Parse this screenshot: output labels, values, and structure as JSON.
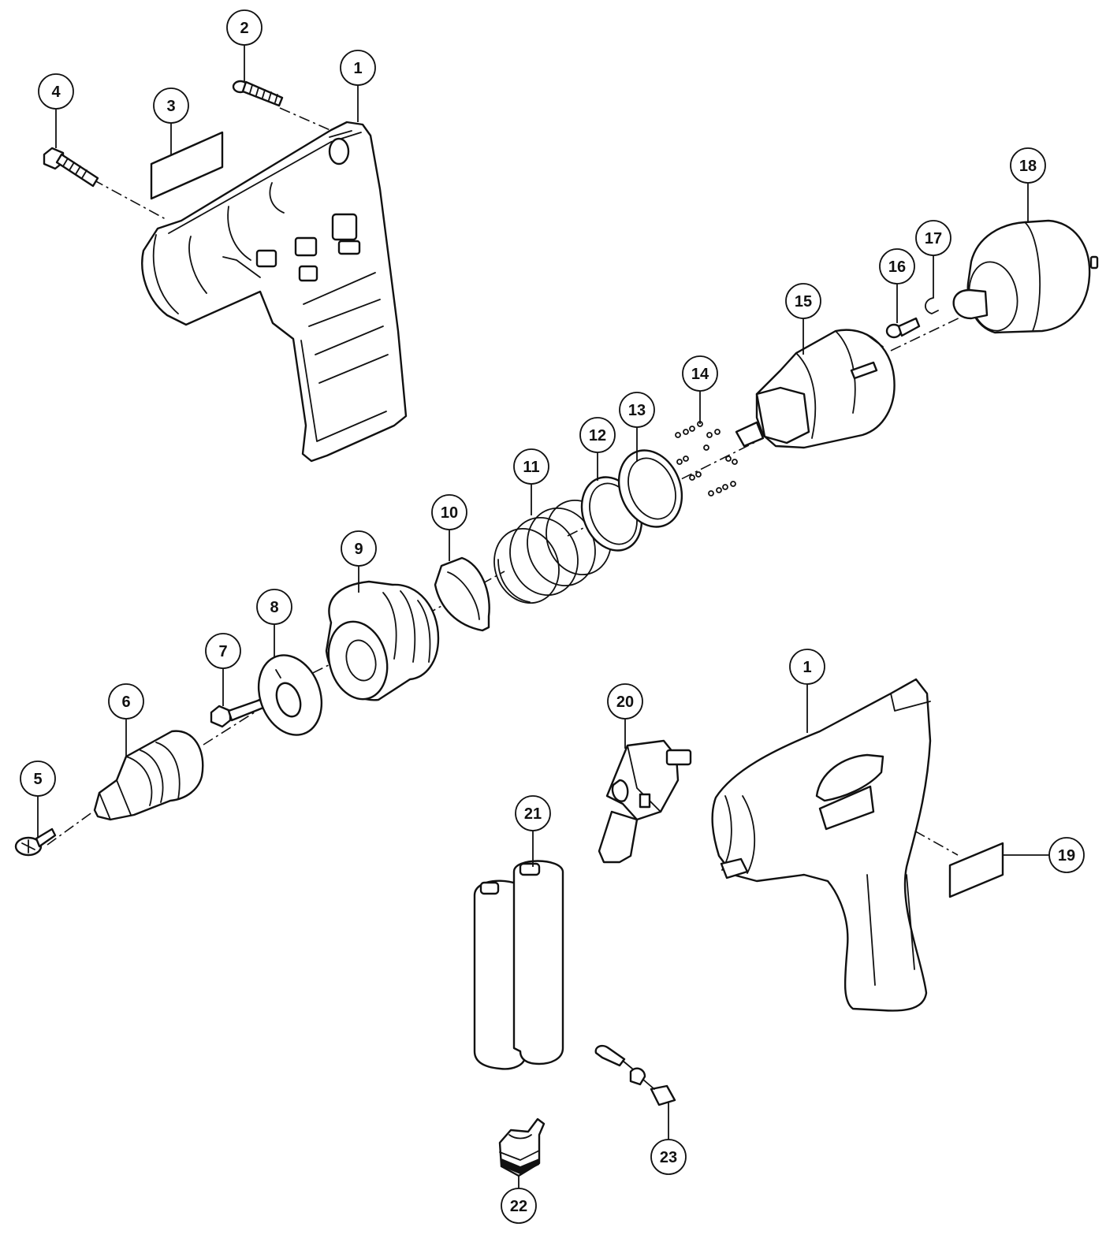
{
  "callouts": [
    {
      "id": "c1a",
      "label": "1"
    },
    {
      "id": "c2",
      "label": "2"
    },
    {
      "id": "c3",
      "label": "3"
    },
    {
      "id": "c4",
      "label": "4"
    },
    {
      "id": "c5",
      "label": "5"
    },
    {
      "id": "c6",
      "label": "6"
    },
    {
      "id": "c7",
      "label": "7"
    },
    {
      "id": "c8",
      "label": "8"
    },
    {
      "id": "c9",
      "label": "9"
    },
    {
      "id": "c10",
      "label": "10"
    },
    {
      "id": "c11",
      "label": "11"
    },
    {
      "id": "c12",
      "label": "12"
    },
    {
      "id": "c13",
      "label": "13"
    },
    {
      "id": "c14",
      "label": "14"
    },
    {
      "id": "c15",
      "label": "15"
    },
    {
      "id": "c16",
      "label": "16"
    },
    {
      "id": "c17",
      "label": "17"
    },
    {
      "id": "c18",
      "label": "18"
    },
    {
      "id": "c19",
      "label": "19"
    },
    {
      "id": "c20",
      "label": "20"
    },
    {
      "id": "c21",
      "label": "21"
    },
    {
      "id": "c22",
      "label": "22"
    },
    {
      "id": "c23",
      "label": "23"
    },
    {
      "id": "c1b",
      "label": "1"
    }
  ]
}
